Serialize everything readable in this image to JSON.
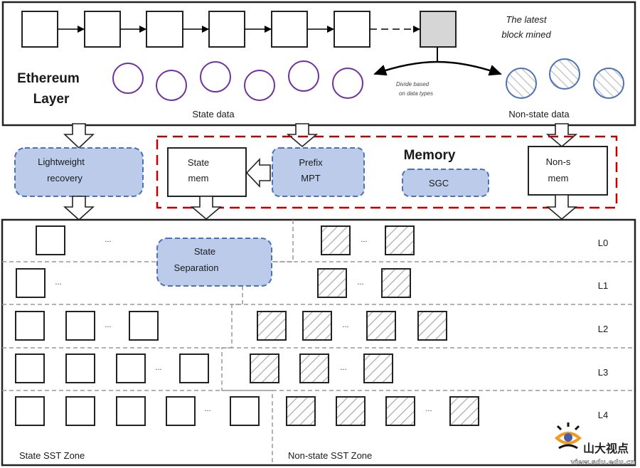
{
  "ethereum_layer": {
    "title_line1": "Ethereum",
    "title_line2": "Layer",
    "blocks": 6,
    "latest_block_label_line1": "The latest",
    "latest_block_label_line2": "block mined",
    "divide_label_line1": "Divide based",
    "divide_label_line2": "on data types",
    "state_data_label": "State data",
    "non_state_data_label": "Non-state data",
    "state_data_circles": 6,
    "non_state_data_circles": 3,
    "colors": {
      "state_circle": "#7030a0",
      "non_state_circle": "#4a72b8",
      "latest_block_fill": "#d6d6d6"
    }
  },
  "middle": {
    "lightweight_recovery_line1": "Lightweight",
    "lightweight_recovery_line2": "recovery",
    "memory_title": "Memory",
    "state_mem_line1": "State",
    "state_mem_line2": "mem",
    "prefix_mpt_line1": "Prefix",
    "prefix_mpt_line2": "MPT",
    "sgc_label": "SGC",
    "non_state_mem_line1": "Non-s",
    "non_state_mem_line2": "mem",
    "colors": {
      "memory_border": "#c00000",
      "module_fill": "#bccbea",
      "module_border": "#4a72b8"
    }
  },
  "storage": {
    "state_separation_line1": "State",
    "state_separation_line2": "Separation",
    "ellipsis": "...",
    "levels": [
      {
        "label": "L0",
        "state_boxes": 1,
        "non_state_boxes": 2
      },
      {
        "label": "L1",
        "state_boxes": 1,
        "non_state_boxes": 2
      },
      {
        "label": "L2",
        "state_boxes": 3,
        "non_state_boxes": 4
      },
      {
        "label": "L3",
        "state_boxes": 4,
        "non_state_boxes": 3
      },
      {
        "label": "L4",
        "state_boxes": 5,
        "non_state_boxes": 4
      }
    ],
    "state_zone_label": "State SST Zone",
    "non_state_zone_label": "Non-state SST Zone"
  },
  "watermark": {
    "text": "山大视点",
    "url_text": "view.sdu.edu.cn"
  }
}
